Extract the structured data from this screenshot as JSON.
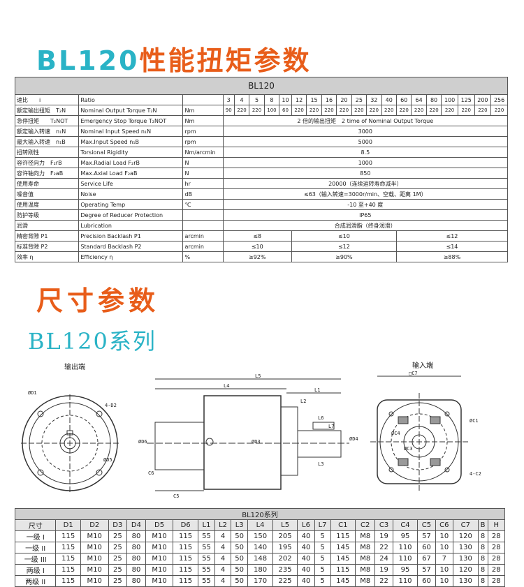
{
  "headings": {
    "h1_latin": "BL120",
    "h1_cn": "性能扭矩参数",
    "h2": "尺寸参数",
    "h3": "BL120系列"
  },
  "perf_table": {
    "title": "BL120",
    "ratios": [
      "3",
      "4",
      "5",
      "8",
      "10",
      "12",
      "15",
      "16",
      "20",
      "25",
      "32",
      "40",
      "60",
      "64",
      "80",
      "100",
      "125",
      "200",
      "256"
    ],
    "torques": [
      "90",
      "220",
      "220",
      "100",
      "60",
      "220",
      "220",
      "220",
      "220",
      "220",
      "220",
      "220",
      "220",
      "220",
      "220",
      "220",
      "220",
      "220",
      "220"
    ],
    "ratio_row": {
      "cn": "速比　　i",
      "en": "Ratio",
      "unit": ""
    },
    "torque_row": {
      "cn": "额定输出扭矩　T₂N",
      "en": "Nominal Output Torque T₂N",
      "unit": "Nm"
    },
    "rows": [
      {
        "cn": "急停扭矩　　T₂NOT",
        "en": "Emergency Stop Torque T₂NOT",
        "unit": "Nm",
        "value": "2 倍的输出扭矩　2 time of Nominal Output Torque"
      },
      {
        "cn": "额定输入转速　n₁N",
        "en": "Nominal Input Speed n₁N",
        "unit": "rpm",
        "value": "3000"
      },
      {
        "cn": "最大输入转速　n₁B",
        "en": "Max.Input Speed n₁B",
        "unit": "rpm",
        "value": "5000"
      },
      {
        "cn": "扭转刚性",
        "en": "Torsional Rigidity",
        "unit": "Nm/arcmin",
        "value": "8.5"
      },
      {
        "cn": "容许径向力　F₂rB",
        "en": "Max.Radial Load F₂rB",
        "unit": "N",
        "value": "1000"
      },
      {
        "cn": "容许轴向力　F₂aB",
        "en": "Max.Axial Load F₂aB",
        "unit": "N",
        "value": "850"
      },
      {
        "cn": "使用寿命",
        "en": "Service Life",
        "unit": "hr",
        "value": "20000（连续运转寿命减半）"
      },
      {
        "cn": "噪音值",
        "en": "Noise",
        "unit": "dB",
        "value": "≤63（输入转速=3000r/min、空载、距离 1M）"
      },
      {
        "cn": "使用温度",
        "en": "Operating Temp",
        "unit": "℃",
        "value": "-10 至+40 度"
      },
      {
        "cn": "防护等级",
        "en": "Degree of Reducer Protection",
        "unit": "",
        "value": "IP65"
      },
      {
        "cn": "润滑",
        "en": "Lubrication",
        "unit": "",
        "value": "合成润滑脂（终身润滑）"
      }
    ],
    "split_rows": [
      {
        "cn": "精密背隙 P1",
        "en": "Precision Backlash P1",
        "unit": "arcmin",
        "values": [
          "≤8",
          "≤10",
          "≤12"
        ]
      },
      {
        "cn": "标准背隙 P2",
        "en": "Standard Backlash P2",
        "unit": "arcmin",
        "values": [
          "≤10",
          "≤12",
          "≤14"
        ]
      },
      {
        "cn": "效率 η",
        "en": "Efficiency η",
        "unit": "%",
        "values": [
          "≥92%",
          "≥90%",
          "≥88%"
        ]
      }
    ]
  },
  "drawing": {
    "output_end_label": "输出端",
    "input_end_label": "输入端",
    "dims": {
      "L5": "L5",
      "L4": "L4",
      "L1": "L1",
      "L2": "L2",
      "L6": "L6",
      "L7": "L7",
      "L3": "L3",
      "C5": "C5",
      "C6": "C6",
      "D1": "ØD1",
      "D2": "4-D2",
      "D3": "ØD3",
      "D4": "ØD4",
      "D5": "ØD5",
      "D6": "ØD6",
      "C1": "ØC1",
      "C2": "4-C2",
      "C7": "□C7",
      "C4": "ØC4",
      "C3": "ØC3"
    }
  },
  "dim_table": {
    "title": "BL120系列",
    "headers": [
      "尺寸",
      "D1",
      "D2",
      "D3",
      "D4",
      "D5",
      "D6",
      "L1",
      "L2",
      "L3",
      "L4",
      "L5",
      "L6",
      "L7",
      "C1",
      "C2",
      "C3",
      "C4",
      "C5",
      "C6",
      "C7",
      "B",
      "H"
    ],
    "rows": [
      [
        "一级 I",
        "115",
        "M10",
        "25",
        "80",
        "M10",
        "115",
        "55",
        "4",
        "50",
        "150",
        "205",
        "40",
        "5",
        "115",
        "M8",
        "19",
        "95",
        "57",
        "10",
        "120",
        "8",
        "28"
      ],
      [
        "一级 II",
        "115",
        "M10",
        "25",
        "80",
        "M10",
        "115",
        "55",
        "4",
        "50",
        "140",
        "195",
        "40",
        "5",
        "145",
        "M8",
        "22",
        "110",
        "60",
        "10",
        "130",
        "8",
        "28"
      ],
      [
        "一级 III",
        "115",
        "M10",
        "25",
        "80",
        "M10",
        "115",
        "55",
        "4",
        "50",
        "148",
        "202",
        "40",
        "5",
        "145",
        "M8",
        "24",
        "110",
        "67",
        "7",
        "130",
        "8",
        "28"
      ],
      [
        "两级 I",
        "115",
        "M10",
        "25",
        "80",
        "M10",
        "115",
        "55",
        "4",
        "50",
        "180",
        "235",
        "40",
        "5",
        "115",
        "M8",
        "19",
        "95",
        "57",
        "10",
        "120",
        "8",
        "28"
      ],
      [
        "两级 II",
        "115",
        "M10",
        "25",
        "80",
        "M10",
        "115",
        "55",
        "4",
        "50",
        "170",
        "225",
        "40",
        "5",
        "145",
        "M8",
        "22",
        "110",
        "60",
        "10",
        "130",
        "8",
        "28"
      ]
    ]
  }
}
